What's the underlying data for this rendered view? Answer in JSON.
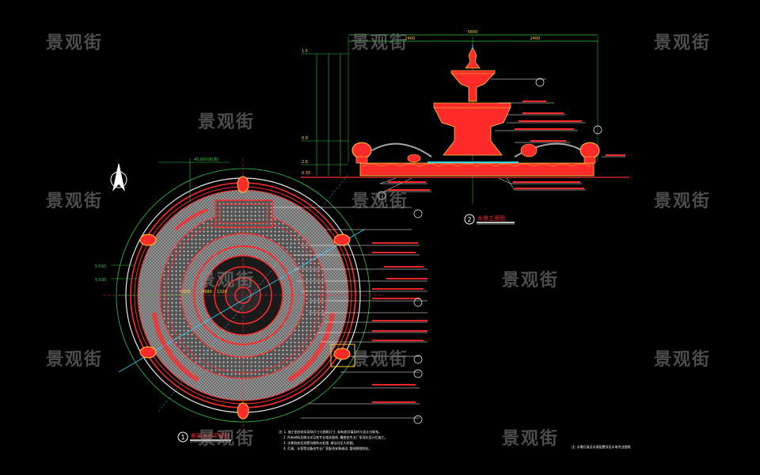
{
  "watermark": "景观街",
  "plan": {
    "index": "1",
    "title_label": "景观水景平面图",
    "scale_note": "",
    "dims": [
      "5.530",
      "5.530",
      "2000",
      "4980",
      "1320"
    ],
    "level": "45.800(标高)"
  },
  "elevation": {
    "index": "2",
    "title_label": "水景立面图",
    "dims_top": [
      "5800",
      "2400",
      "2400"
    ],
    "dims_left": [
      "1.5",
      "0.8",
      "2.6",
      "0.35"
    ]
  },
  "notes": [
    "注: 1. 施工前应核实现场尺寸与图纸尺寸, 如有差异请及时与设计方联系。",
    "2. 所有材料及做法详见各专业相关图纸, 雕塑由专业厂家深化设计后施工。",
    "3. 水景池底及池壁均做防水处理, 做法详见大样图。",
    "4. 灯具、水泵等设备由专业厂家配合安装调试, 管线预埋到位。"
  ],
  "footer_note": "注: 水景灯具及水泵配置详见水电专业图纸"
}
